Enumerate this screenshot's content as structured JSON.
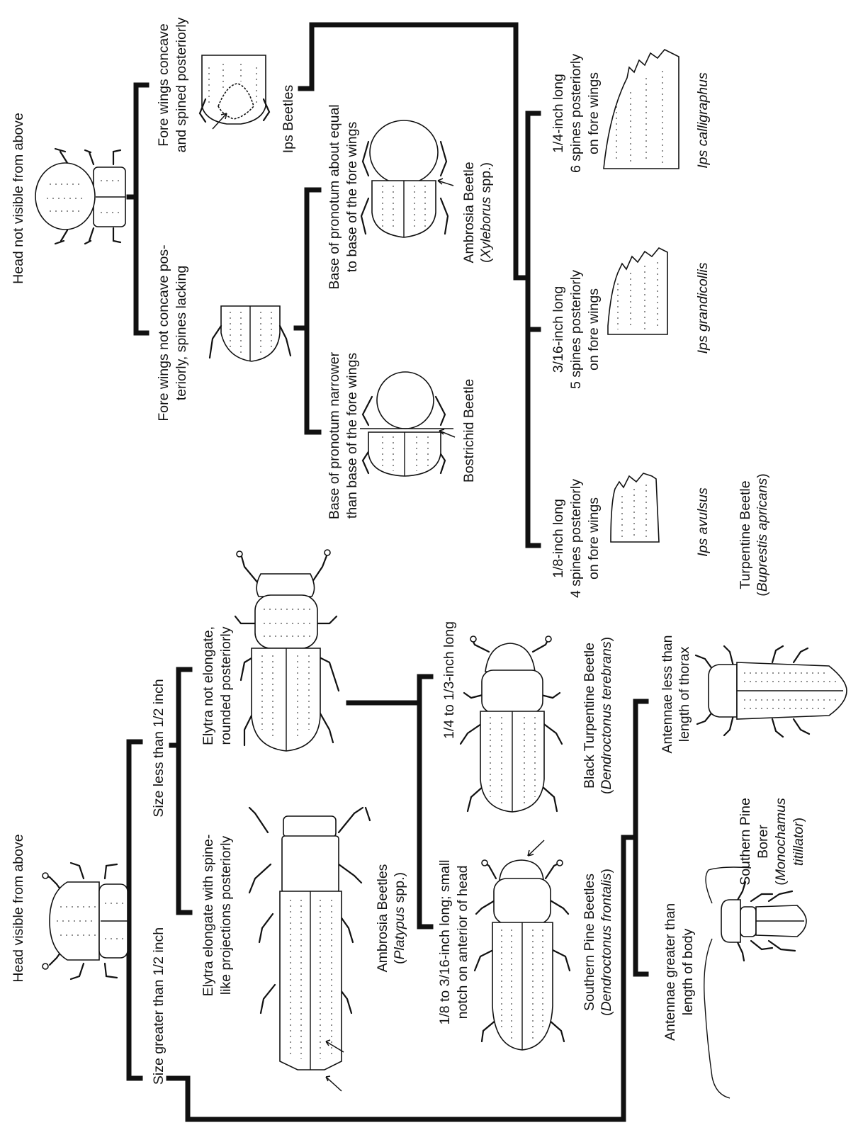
{
  "key": {
    "head_not_visible": "Head not visible from above",
    "fore_wings_concave": [
      "Fore wings concave",
      "and spined posteriorly"
    ],
    "fore_wings_not_concave": [
      "Fore wings not concave pos-",
      "teriorly, spines lacking"
    ],
    "ips_beetles": "Ips Beetles",
    "base_equal": [
      "Base of pronotum about equal",
      "to base of the fore wings"
    ],
    "base_narrower": [
      "Base of pronotum narrower",
      "than base of the fore wings"
    ],
    "ambrosia_xyleborus": {
      "line1": "Ambrosia Beetle",
      "genus": "Xyleborus",
      "suffix": " spp.)"
    },
    "bostrichid": "Bostrichid Beetle",
    "ips_calligraphus_desc": [
      "1/4-inch long",
      "6 spines posteriorly",
      "on fore wings"
    ],
    "ips_grandicollis_desc": [
      "3/16-inch long",
      "5 spines posteriorly",
      "on fore wings"
    ],
    "ips_avulsus_desc": [
      "1/8-inch long",
      "4 spines posteriorly",
      "on fore wings"
    ],
    "ips_calligraphus": "Ips calligraphus",
    "ips_grandicollis": "Ips grandicollis",
    "ips_avulsus": "Ips avulsus",
    "turpentine": {
      "line1": "Turpentine Beetle",
      "species": "Buprestis apricans"
    },
    "head_visible": "Head visible from above",
    "size_less": "Size less than 1/2 inch",
    "size_greater": "Size greater than 1/2 inch",
    "elytra_not_elongate": [
      "Elytra not elongate,",
      "rounded posteriorly"
    ],
    "elytra_elongate": [
      "Elytra elongate with spine-",
      "like projections posteriorly"
    ],
    "ambrosia_platypus": {
      "line1": "Ambrosia Beetles",
      "genus": "Platypus",
      "suffix": " spp.)"
    },
    "size_quarter": "1/4 to 1/3-inch long",
    "size_eighth": [
      "1/8 to 3/16-inch long; small",
      "notch on anterior of head"
    ],
    "black_turpentine": {
      "line1": "Black Turpentine Beetle",
      "species": "Dendroctonus terebrans"
    },
    "southern_pine_beetles": {
      "line1": "Southern Pine Beetles",
      "species": "Dendroctonus frontalis"
    },
    "antennae_less": [
      "Antennae less than",
      "length of thorax"
    ],
    "antennae_greater": [
      "Antennae greater than",
      "length of body"
    ],
    "southern_pine_borer": {
      "line1": "Southern Pine",
      "line2": "Borer",
      "genus": "Monochamus",
      "species": "titillator"
    }
  },
  "colors": {
    "ink": "#111111",
    "paper": "#ffffff"
  },
  "icons": [
    "beetle-head-hidden",
    "beetle-head-visible",
    "ips-wing-tip",
    "ambrosia-beetle",
    "bostrichid-beetle",
    "bark-beetle",
    "platypus-beetle",
    "buprestid-beetle",
    "longhorn-beetle",
    "pointer-arrow"
  ]
}
